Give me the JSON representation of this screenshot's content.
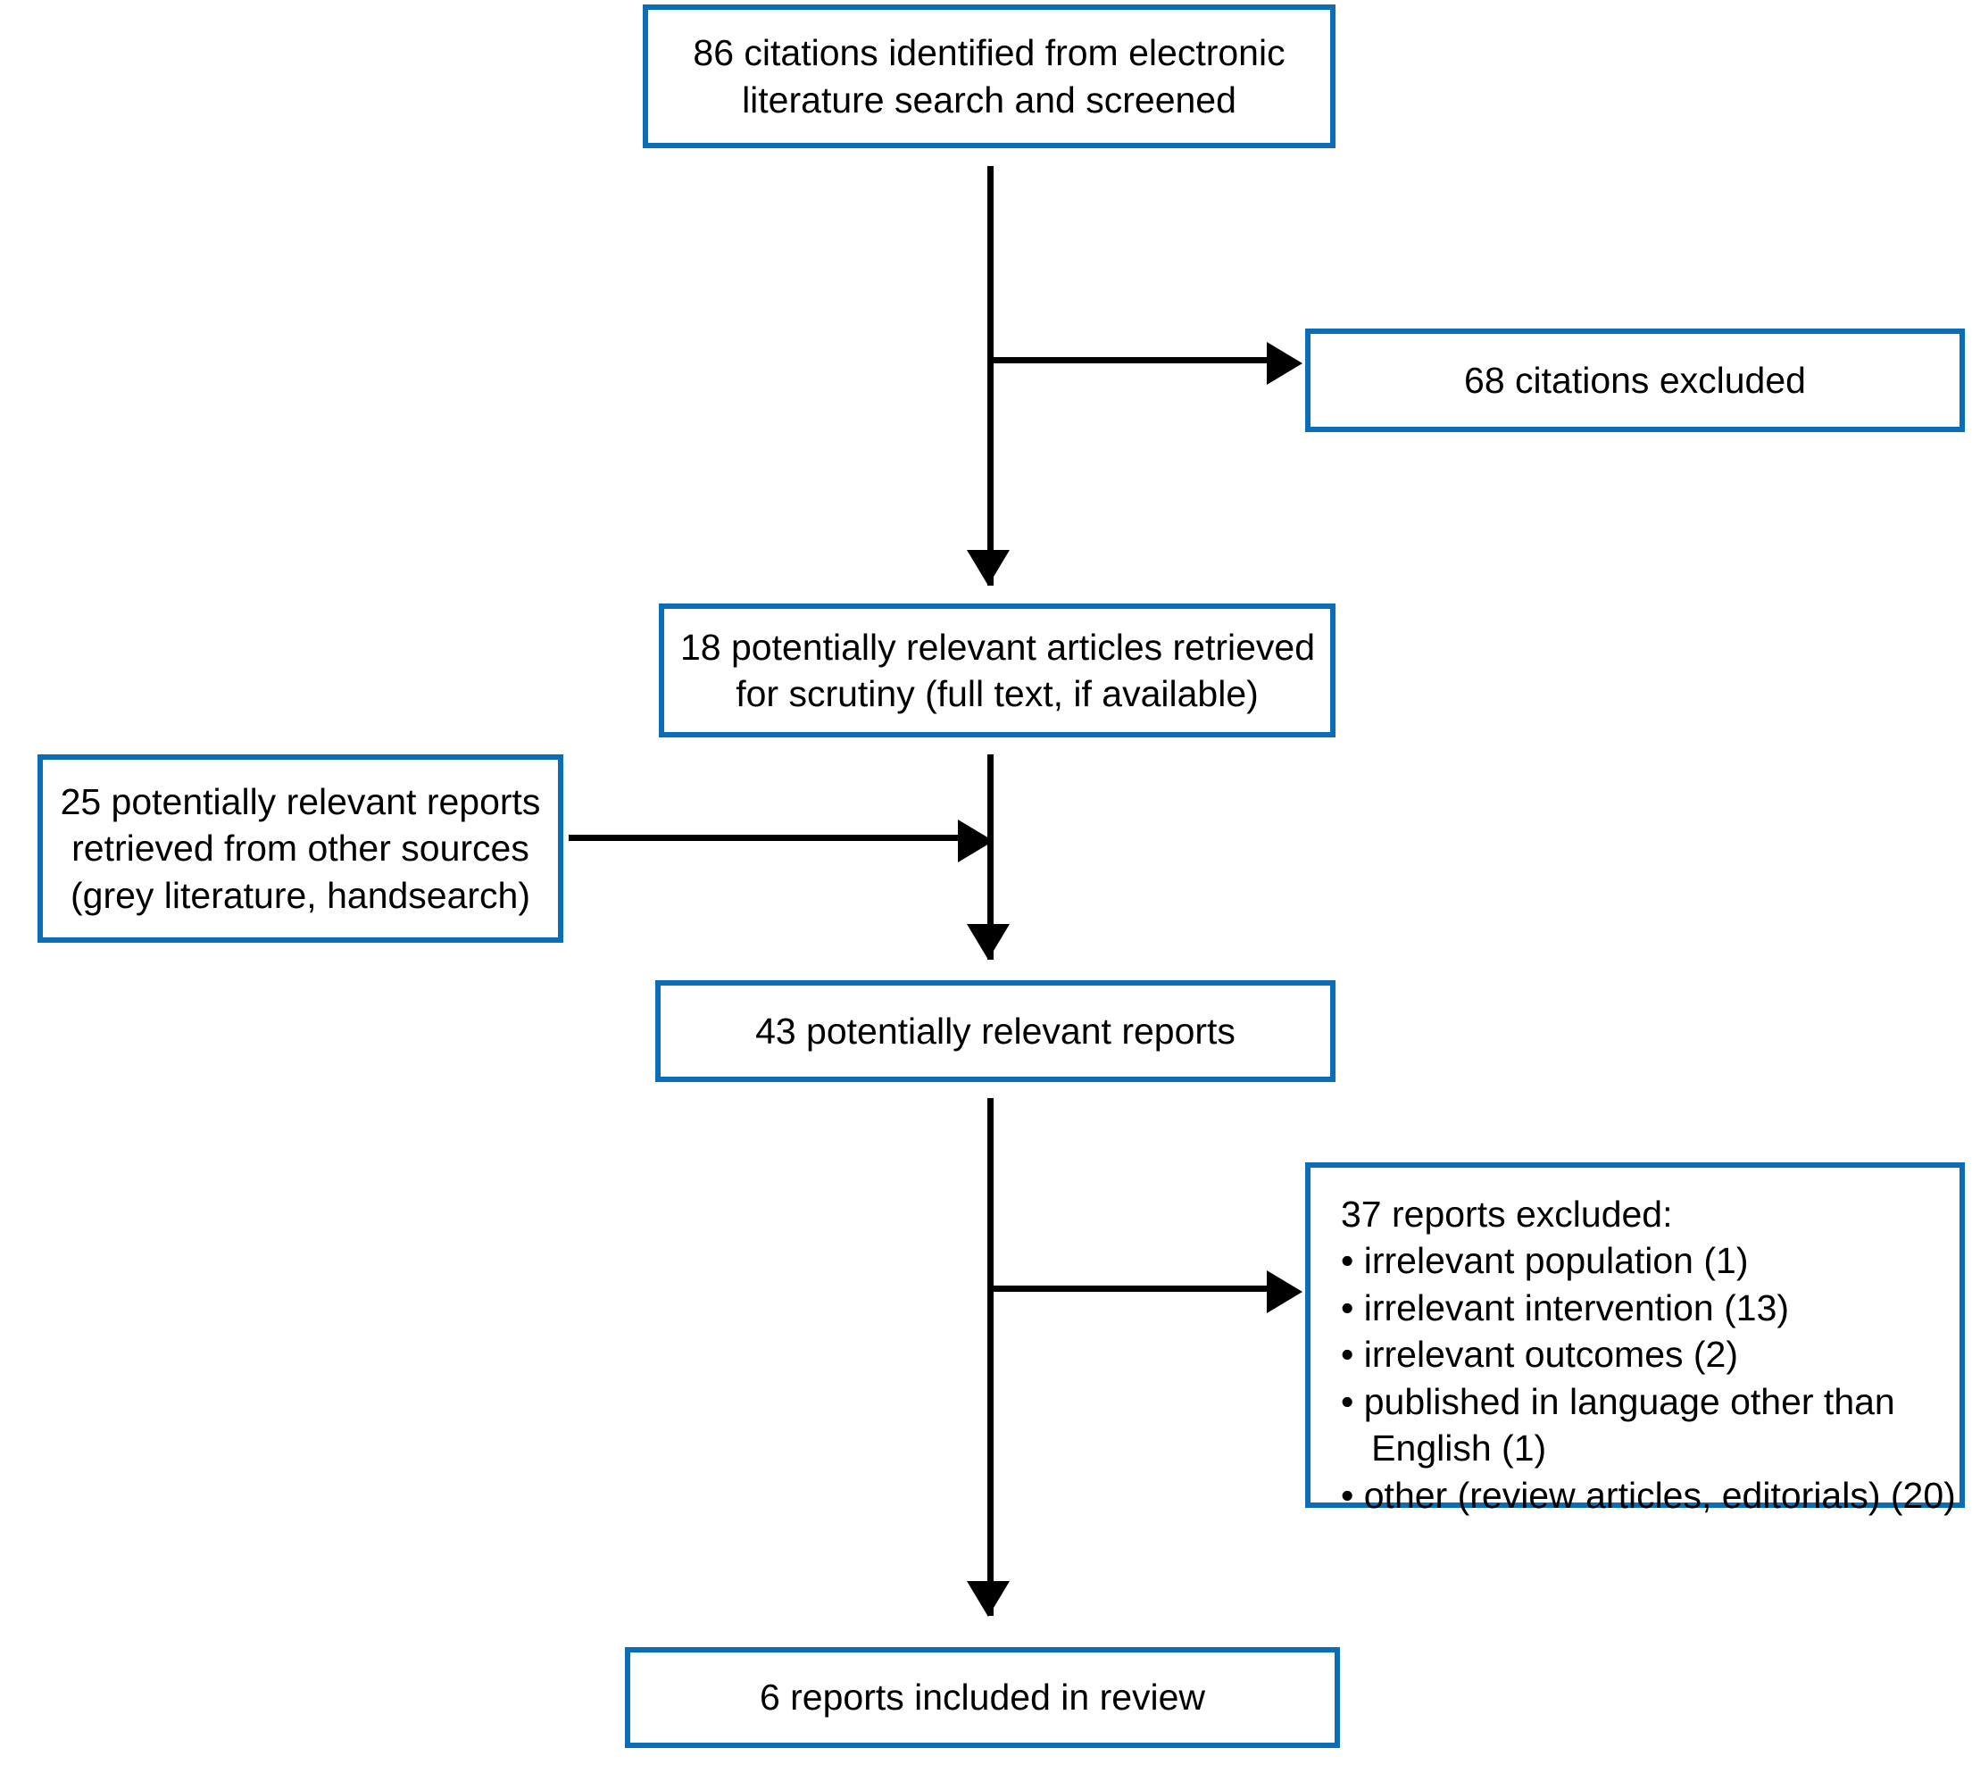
{
  "diagram": {
    "type": "prisma-flow-diagram",
    "accent_color": "#0b6cb7",
    "text_color": "#000000",
    "background": "#ffffff",
    "nodes": {
      "identified": {
        "name": "citations-identified",
        "lines": [
          "86 citations identified from electronic",
          "literature search and screened"
        ],
        "count": 86
      },
      "excluded_1": {
        "name": "citations-excluded",
        "lines": [
          "68 citations excluded"
        ],
        "count": 68
      },
      "retrieved": {
        "name": "articles-retrieved",
        "lines": [
          "18 potentially relevant articles retrieved",
          "for scrutiny (full text, if available)"
        ],
        "count": 18
      },
      "other_sources": {
        "name": "reports-other-sources",
        "lines": [
          "25 potentially relevant reports",
          "retrieved from other sources",
          "(grey literature, handsearch)"
        ],
        "count": 25
      },
      "relevant": {
        "name": "potentially-relevant-reports",
        "lines": [
          "43 potentially relevant reports"
        ],
        "count": 43
      },
      "excluded_2": {
        "name": "reports-excluded",
        "count": 37,
        "lines": [
          "37 reports excluded:",
          "• irrelevant population (1)",
          "• irrelevant intervention (13)",
          "• irrelevant outcomes (2)",
          "• published in language other than",
          "   English (1)",
          "• other (review articles, editorials) (20)"
        ],
        "reasons": [
          {
            "label": "irrelevant population",
            "count": 1
          },
          {
            "label": "irrelevant intervention",
            "count": 13
          },
          {
            "label": "irrelevant outcomes",
            "count": 2
          },
          {
            "label": "published in language other than English",
            "count": 1
          },
          {
            "label": "other (review articles, editorials)",
            "count": 20
          }
        ]
      },
      "included": {
        "name": "reports-included",
        "lines": [
          "6 reports included in review"
        ],
        "count": 6
      }
    },
    "connectors": [
      {
        "name": "identified-to-retrieved",
        "type": "arrow-down"
      },
      {
        "name": "identified-to-excluded",
        "type": "arrow-right"
      },
      {
        "name": "retrieved-to-relevant",
        "type": "arrow-down"
      },
      {
        "name": "other-sources-to-stream",
        "type": "arrow-right"
      },
      {
        "name": "relevant-to-included",
        "type": "arrow-down"
      },
      {
        "name": "relevant-to-excluded",
        "type": "arrow-right"
      }
    ]
  }
}
